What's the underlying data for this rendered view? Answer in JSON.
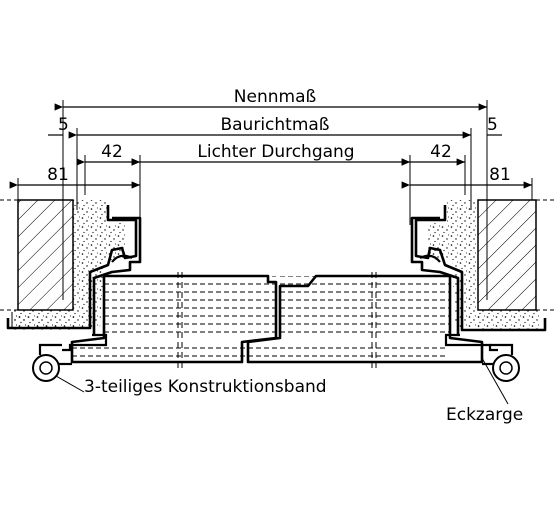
{
  "dimensions": {
    "nennmass": "Nennmaß",
    "baurichtmass": "Baurichtmaß",
    "lichter_durchgang": "Lichter Durchgang",
    "left_5": "5",
    "right_5": "5",
    "left_42": "42",
    "right_42": "42",
    "left_81": "81",
    "right_81": "81"
  },
  "callouts": {
    "hinge": "3-teiliges Konstruktionsband",
    "frame": "Eckzarge"
  }
}
